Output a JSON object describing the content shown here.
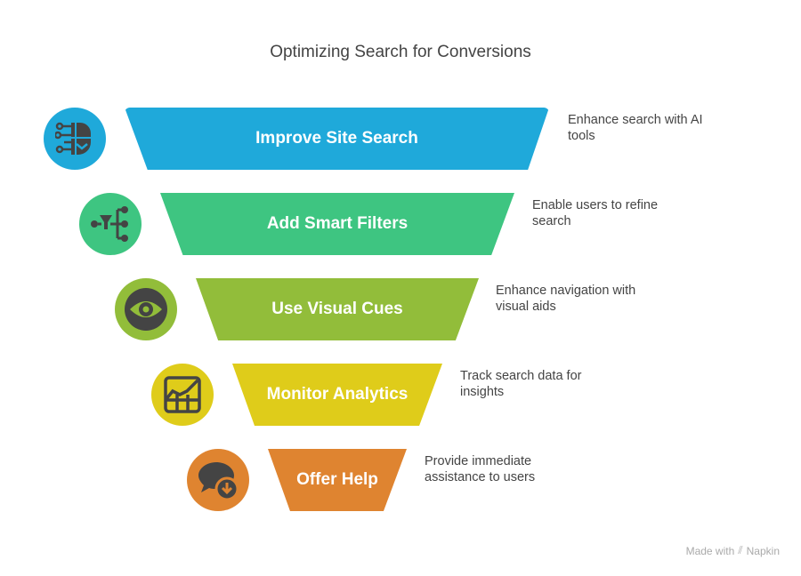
{
  "title": "Optimizing Search for Conversions",
  "stages": [
    {
      "label": "Improve Site Search",
      "description": "Enhance search with AI tools",
      "color": "#1fa9da",
      "icon": "ai-brain-circuit-icon"
    },
    {
      "label": "Add Smart Filters",
      "description": "Enable users to refine search",
      "color": "#3ec581",
      "icon": "funnel-branch-icon"
    },
    {
      "label": "Use Visual Cues",
      "description": "Enhance navigation with visual aids",
      "color": "#92bd3a",
      "icon": "eye-icon"
    },
    {
      "label": "Monitor Analytics",
      "description": "Track search data for insights",
      "color": "#dfcc1a",
      "icon": "chart-grid-icon"
    },
    {
      "label": "Offer Help",
      "description": "Provide immediate assistance to users",
      "color": "#df8430",
      "icon": "chat-download-icon"
    }
  ],
  "footer": {
    "made_with": "Made with",
    "brand": "Napkin"
  }
}
